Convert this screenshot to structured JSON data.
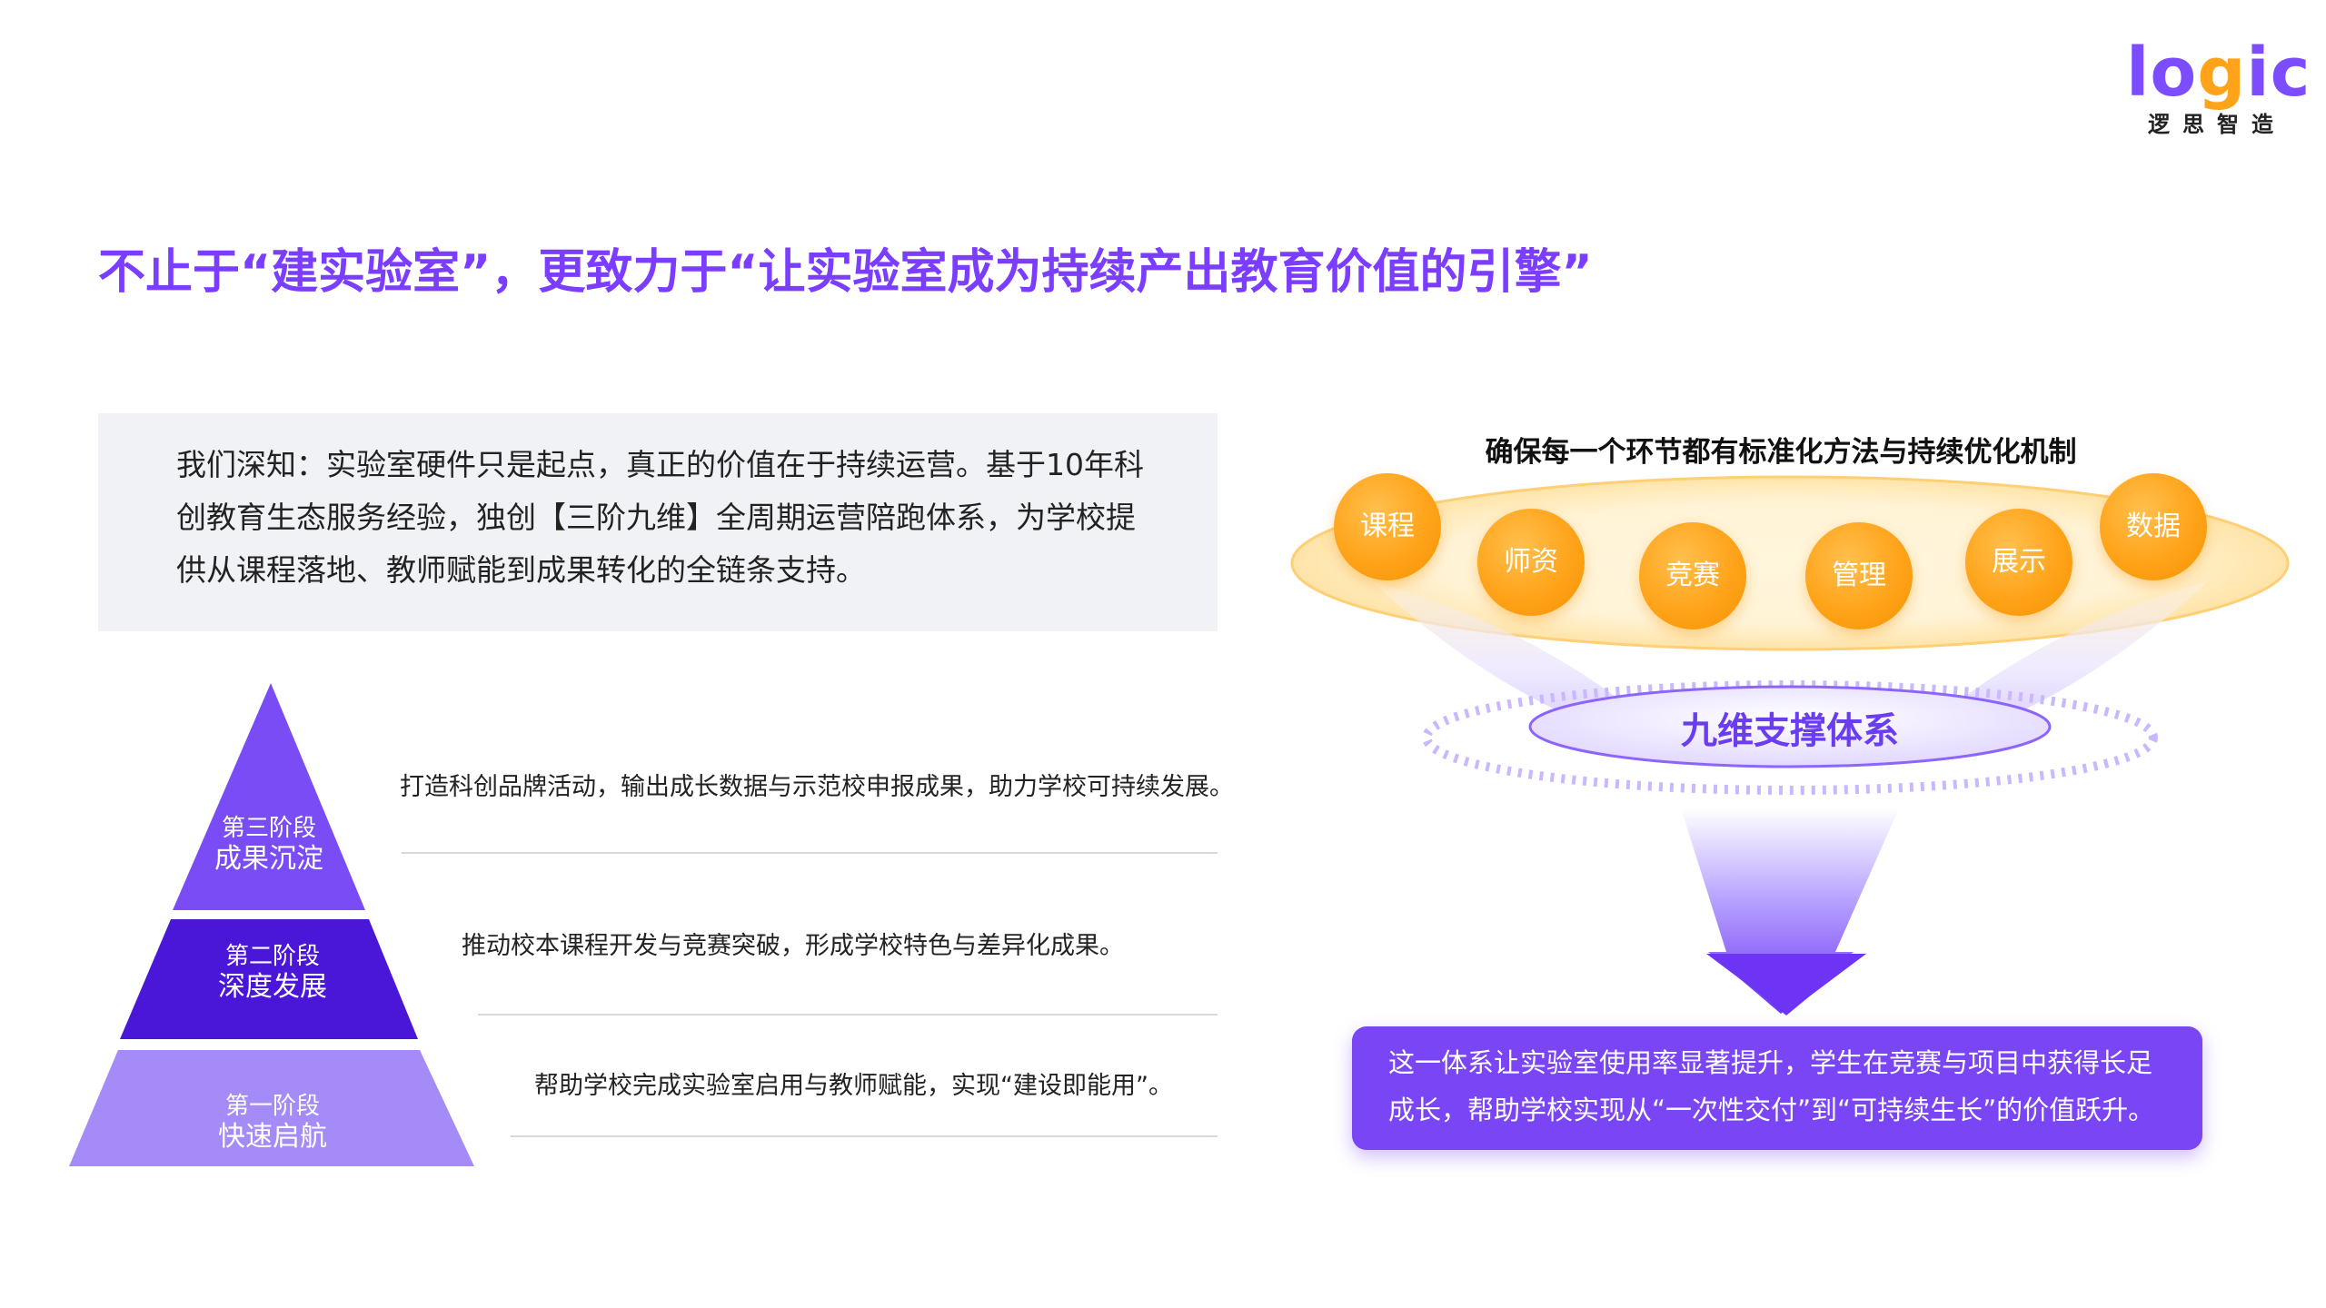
{
  "logo": {
    "wordmark": "logic",
    "subtitle": "逻思智造",
    "brand_color": "#7b4dff",
    "accent_dot_color": "#ffa31a"
  },
  "headline": "不止于“建实验室”，更致力于“让实验室成为持续产出教育价值的引擎”",
  "intro": "我们深知：实验室硬件只是起点，真正的价值在于持续运营。基于10年科创教育生态服务经验，独创【三阶九维】全周期运营陪跑体系，为学校提供从课程落地、教师赋能到成果转化的全链条支持。",
  "stages": [
    {
      "label": "第三阶段",
      "name": "成果沉淀",
      "desc": "打造科创品牌活动，输出成长数据与示范校申报成果，助力学校可持续发展。",
      "color": "#7a4cf6"
    },
    {
      "label": "第二阶段",
      "name": "深度发展",
      "desc": "推动校本课程开发与竞赛突破，形成学校特色与差异化成果。",
      "color": "#4a16d8"
    },
    {
      "label": "第一阶段",
      "name": "快速启航",
      "desc": "帮助学校完成实验室启用与教师赋能，实现“建设即能用”。",
      "color": "#a58bf7"
    }
  ],
  "diagram": {
    "caption": "确保每一个环节都有标准化方法与持续优化机制",
    "dimensions": [
      "课程",
      "师资",
      "竞赛",
      "管理",
      "展示",
      "数据"
    ],
    "core": "九维支撑体系",
    "result": "这一体系让实验室使用率显著提升，学生在竞赛与项目中获得长足成长，帮助学校实现从“一次性交付”到“可持续生长”的价值跃升。"
  },
  "colors": {
    "headline": "#7b3dff",
    "orb": "#ffa31a",
    "result_box": "#7a45f5"
  }
}
